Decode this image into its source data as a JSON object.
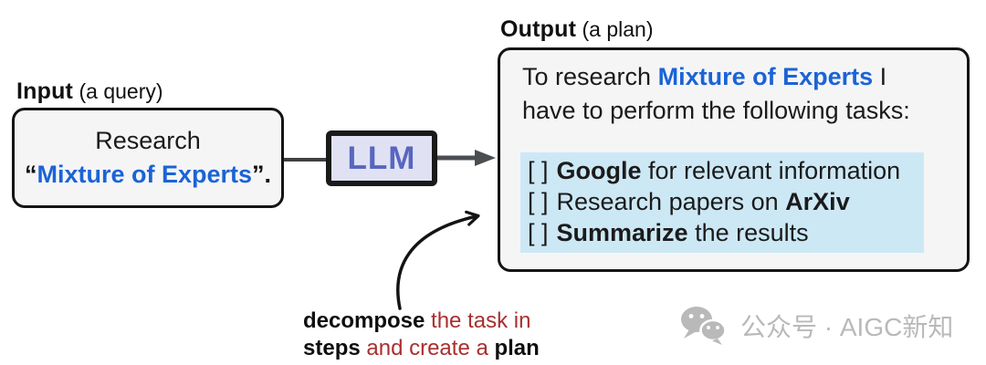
{
  "input": {
    "label_bold": "Input",
    "label_rest": " (a query)",
    "line1": "Research",
    "quote_open": "“",
    "term": "Mixture of Experts",
    "quote_close": "”."
  },
  "llm": {
    "label": "LLM"
  },
  "output": {
    "label_bold": "Output",
    "label_rest": " (a plan)",
    "line1_pre": "To research ",
    "line1_term": "Mixture of Experts",
    "line1_post": " I",
    "line2": "have to perform the following tasks:",
    "tasks": [
      {
        "box": "[ ]",
        "pre": "",
        "bold": "Google",
        "post": " for relevant information"
      },
      {
        "box": "[ ]",
        "pre": "Research papers on ",
        "bold": "ArXiv",
        "post": ""
      },
      {
        "box": "[ ]",
        "pre": "",
        "bold": "Summarize",
        "post": " the results"
      }
    ]
  },
  "annotation": {
    "line1_bold": "decompose",
    "line1_red": " the task in",
    "line2_bold1": "steps",
    "line2_red": " and create a ",
    "line2_bold2": "plan"
  },
  "watermark": {
    "icon": "wechat-icon",
    "text": "公众号 · AIGC新知"
  },
  "icons": {
    "flow_arrow": "arrow-right-icon",
    "curved_arrow": "curved-arrow-icon"
  },
  "colors": {
    "accent_blue": "#1b63d6",
    "annotation_red": "#a82f2f",
    "highlight_blue": "#cde8f5",
    "llm_text": "#5866c0",
    "llm_bg": "#e0e2f3",
    "watermark_gray": "#b9b9b9"
  }
}
